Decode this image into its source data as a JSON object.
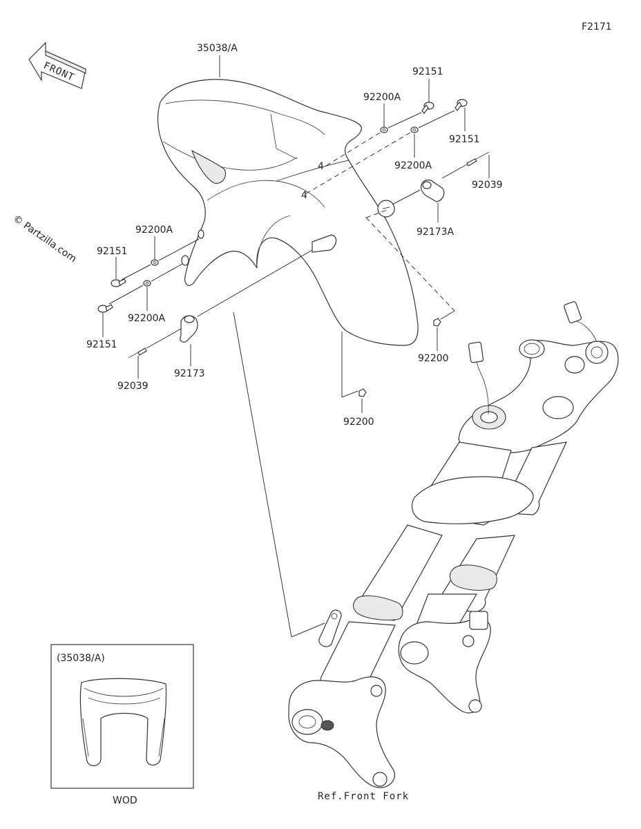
{
  "diagram": {
    "figure_code": "F2171",
    "watermark": "© Partzilla.com",
    "front_arrow_label": "FRONT",
    "labels": {
      "fender": "35038/A",
      "bolt_top_1": "92151",
      "washer_top_1": "92200A",
      "bolt_top_2": "92151",
      "washer_top_2": "92200A",
      "pin_right": "92039",
      "clamp_right": "92173A",
      "nut_right": "92200",
      "washer_left_1": "92200A",
      "bolt_left_1": "92151",
      "bolt_left_2": "92151",
      "washer_left_2": "92200A",
      "pin_left": "92039",
      "clamp_left": "92173",
      "nut_center": "92200",
      "fork_ref": "Ref.Front Fork"
    },
    "inset": {
      "title": "(35038/A)",
      "caption": "WOD"
    }
  }
}
